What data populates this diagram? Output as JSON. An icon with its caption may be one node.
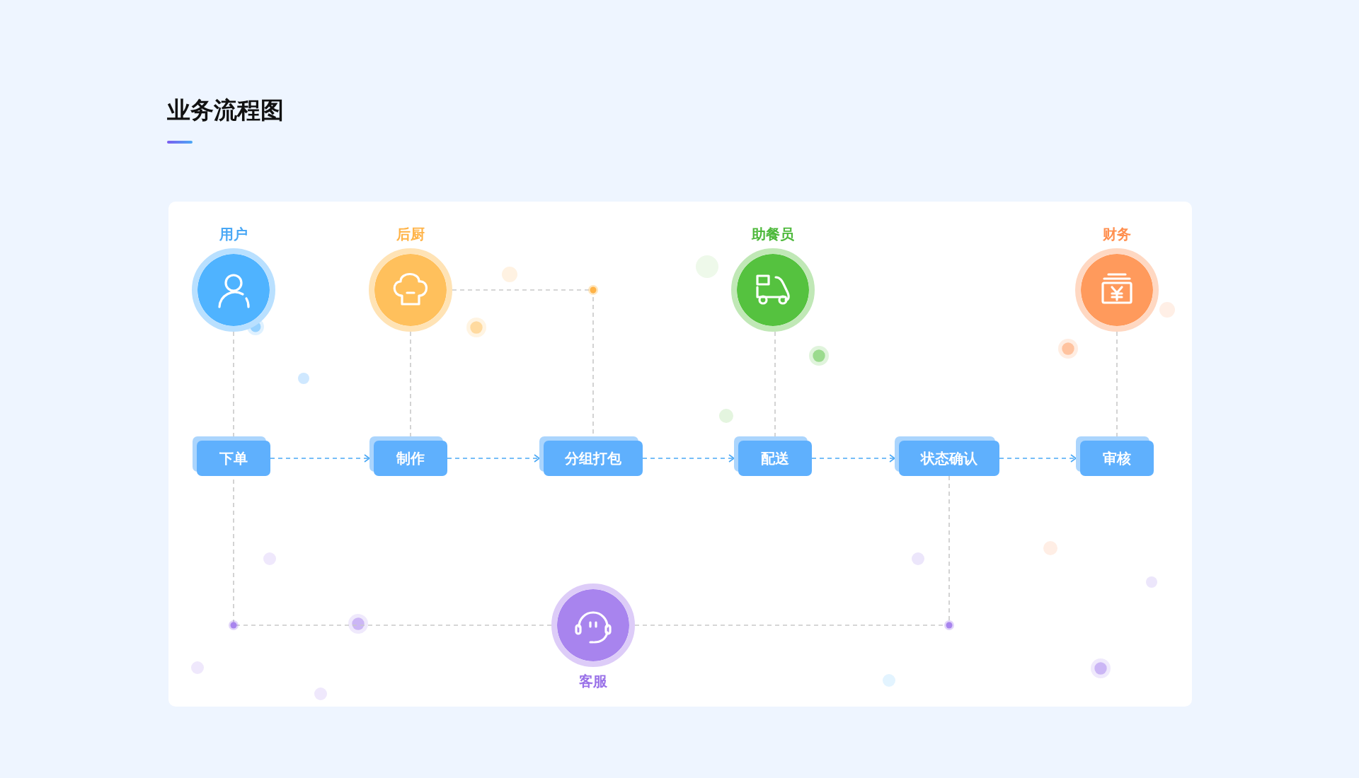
{
  "diagram": {
    "title": "业务流程图",
    "nodes": [
      {
        "text": [
          "用户"
        ]
      },
      {
        "text": [
          "后厨"
        ]
      },
      {
        "text": [
          "助餐员"
        ]
      },
      {
        "text": [
          "财务"
        ]
      },
      {
        "text": [
          "下单"
        ]
      },
      {
        "text": [
          "制作"
        ]
      },
      {
        "text": [
          "分组打包"
        ]
      },
      {
        "text": [
          "配送"
        ]
      },
      {
        "text": [
          "状态确认"
        ]
      },
      {
        "text": [
          "审核"
        ]
      },
      {
        "text": [
          "客服"
        ]
      }
    ],
    "edges": [
      {
        "from": 0,
        "to": 4,
        "arrow": "none",
        "style": "dashed"
      },
      {
        "from": 1,
        "to": 5,
        "arrow": "none",
        "style": "dashed"
      },
      {
        "from": 1,
        "to": 6,
        "arrow": "none",
        "style": "dashed"
      },
      {
        "from": 2,
        "to": 7,
        "arrow": "none",
        "style": "dashed"
      },
      {
        "from": 3,
        "to": 9,
        "arrow": "none",
        "style": "dashed"
      },
      {
        "from": 4,
        "to": 5,
        "arrow": "to",
        "style": "dashed",
        "color": "#4aa8f5"
      },
      {
        "from": 5,
        "to": 6,
        "arrow": "to",
        "style": "dashed",
        "color": "#4aa8f5"
      },
      {
        "from": 6,
        "to": 7,
        "arrow": "to",
        "style": "dashed",
        "color": "#4aa8f5"
      },
      {
        "from": 7,
        "to": 8,
        "arrow": "to",
        "style": "dashed",
        "color": "#4aa8f5"
      },
      {
        "from": 8,
        "to": 9,
        "arrow": "to",
        "style": "dashed",
        "color": "#4aa8f5"
      },
      {
        "from": 10,
        "to": 4,
        "arrow": "none",
        "style": "dashed"
      },
      {
        "from": 10,
        "to": 8,
        "arrow": "none",
        "style": "dashed"
      }
    ]
  }
}
